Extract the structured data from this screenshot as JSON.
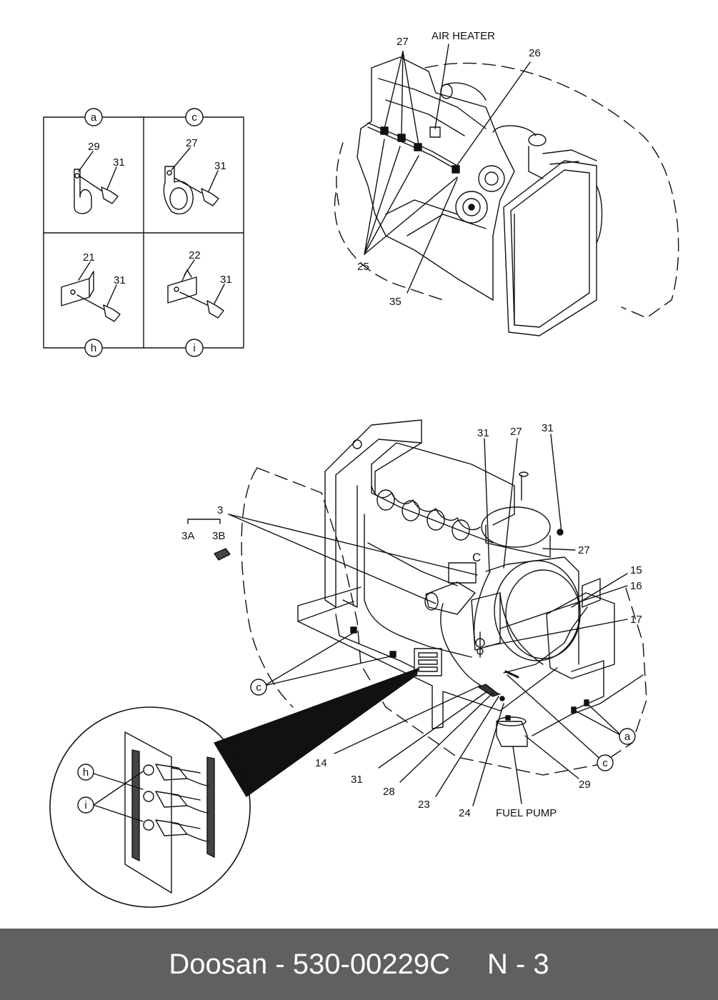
{
  "top_view": {
    "labels": {
      "air_heater": "AIR HEATER",
      "p27": "27",
      "p26": "26",
      "p25": "25",
      "p35": "35"
    }
  },
  "detail_grid": {
    "a": {
      "letter": "a",
      "part": "29",
      "bolt": "31"
    },
    "c": {
      "letter": "c",
      "part": "27",
      "bolt": "31"
    },
    "h": {
      "letter": "h",
      "part": "21",
      "bolt": "31"
    },
    "i": {
      "letter": "i",
      "part": "22",
      "bolt": "31"
    }
  },
  "bottom_view": {
    "labels": {
      "p3": "3",
      "p3a": "3A",
      "p3b": "3B",
      "p31_top_left": "31",
      "p27_top": "27",
      "p31_top_right": "31",
      "p27_right": "27",
      "p15": "15",
      "p16": "16",
      "p17": "17",
      "c_mark": "C",
      "callout_c_left": "c",
      "callout_a": "a",
      "callout_c_right": "c",
      "p14": "14",
      "p31_bottom": "31",
      "p28": "28",
      "p23": "23",
      "p24": "24",
      "fuel_pump": "FUEL PUMP",
      "p29": "29"
    }
  },
  "zoom_detail": {
    "h": "h",
    "i": "i"
  },
  "footer": {
    "brand_part": "Doosan - 530-00229C",
    "page": "N - 3"
  }
}
